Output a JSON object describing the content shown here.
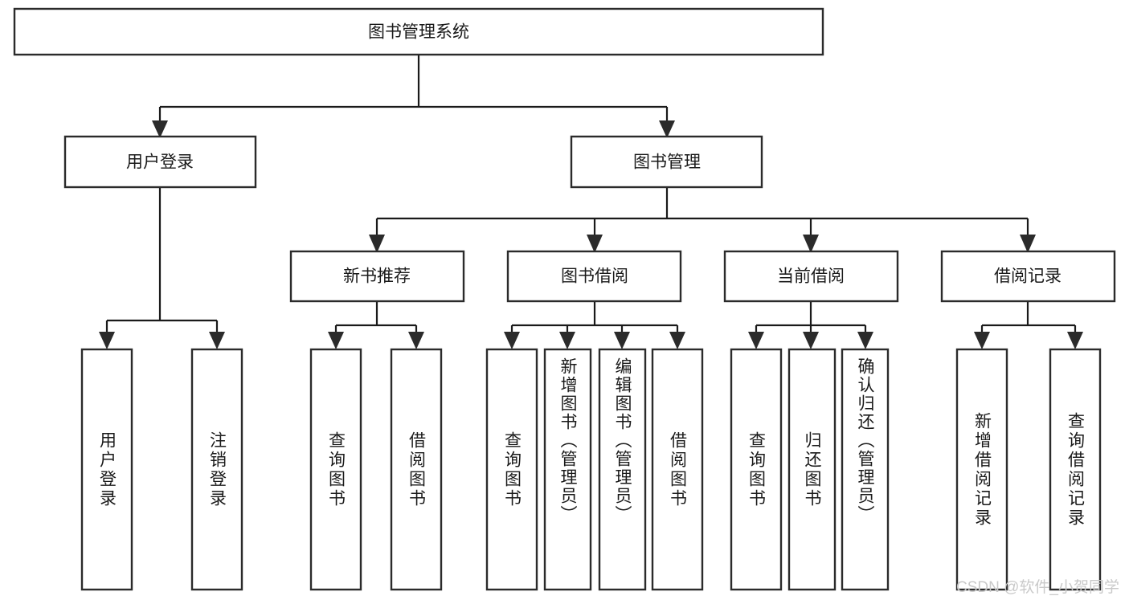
{
  "diagram": {
    "kind": "tree",
    "title": "图书管理系统",
    "watermark": "CSDN @软件_小贺同学",
    "colors": {
      "box_stroke": "#2b2b2b",
      "box_fill": "#ffffff",
      "connector": "#1a1a1a",
      "text": "#1a1a1a",
      "watermark": "#c9c9c9",
      "background": "#ffffff"
    },
    "root": {
      "label": "图书管理系统"
    },
    "level2": [
      {
        "label": "用户登录"
      },
      {
        "label": "图书管理"
      }
    ],
    "level3": [
      {
        "label": "新书推荐"
      },
      {
        "label": "图书借阅"
      },
      {
        "label": "当前借阅"
      },
      {
        "label": "借阅记录"
      }
    ],
    "leaves": {
      "user_login": [
        {
          "label": "用户登录"
        },
        {
          "label": "注销登录"
        }
      ],
      "new_book_recommend": [
        {
          "label": "查询图书"
        },
        {
          "label": "借阅图书"
        }
      ],
      "book_borrow": [
        {
          "label": "查询图书"
        },
        {
          "label": "新增图书（管理员）"
        },
        {
          "label": "编辑图书（管理员）"
        },
        {
          "label": "借阅图书"
        }
      ],
      "current_borrow": [
        {
          "label": "查询图书"
        },
        {
          "label": "归还图书"
        },
        {
          "label": "确认归还（管理员）"
        }
      ],
      "borrow_record": [
        {
          "label": "新增借阅记录"
        },
        {
          "label": "查询借阅记录"
        }
      ]
    }
  }
}
